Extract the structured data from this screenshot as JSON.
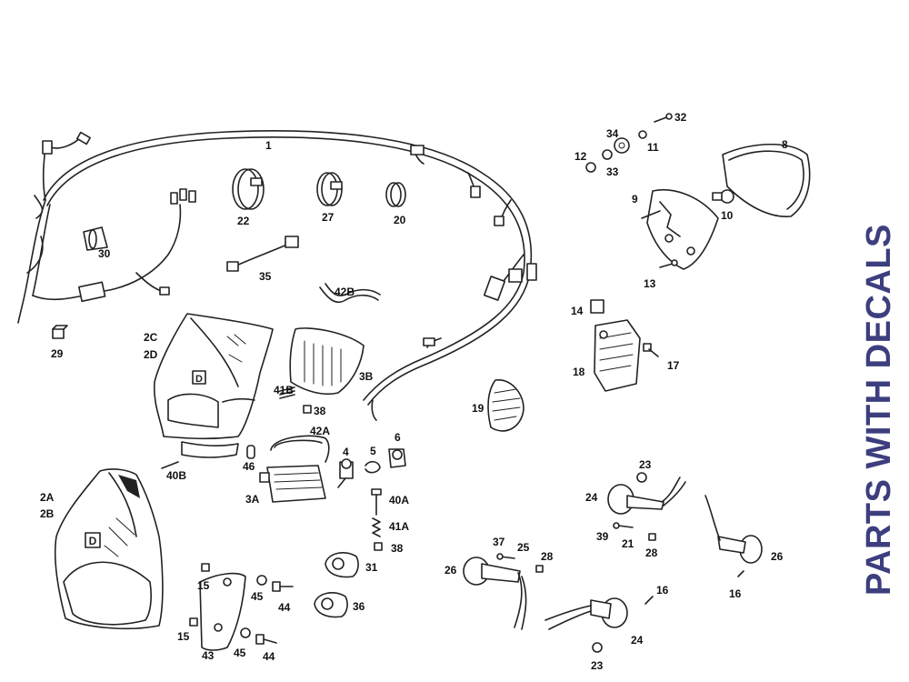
{
  "side_title": "PARTS WITH DECALS",
  "colors": {
    "side_title": "#3c3e7e",
    "lines": "#222222"
  },
  "labels": {
    "p1": "1",
    "p2c": "2C",
    "p2d": "2D",
    "p2a": "2A",
    "p2b": "2B",
    "p3b": "3B",
    "p3a": "3A",
    "p4": "4",
    "p5": "5",
    "p6": "6",
    "p8": "8",
    "p9": "9",
    "p10": "10",
    "p11": "11",
    "p12": "12",
    "p13": "13",
    "p14": "14",
    "p15a": "15",
    "p15b": "15",
    "p16a": "16",
    "p16b": "16",
    "p17": "17",
    "p18": "18",
    "p19": "19",
    "p20": "20",
    "p21": "21",
    "p22": "22",
    "p23a": "23",
    "p23b": "23",
    "p24a": "24",
    "p24b": "24",
    "p25": "25",
    "p26a": "26",
    "p26b": "26",
    "p27": "27",
    "p28a": "28",
    "p28b": "28",
    "p29": "29",
    "p30": "30",
    "p31": "31",
    "p32": "32",
    "p33": "33",
    "p34": "34",
    "p35": "35",
    "p36": "36",
    "p37": "37",
    "p38a": "38",
    "p38b": "38",
    "p39": "39",
    "p40a": "40A",
    "p40b": "40B",
    "p41a": "41A",
    "p41b": "41B",
    "p42a": "42A",
    "p42b": "42B",
    "p43": "43",
    "p44a": "44",
    "p44b": "44",
    "p45a": "45",
    "p45b": "45",
    "p46": "46",
    "badge_a": "D",
    "badge_b": "D"
  }
}
